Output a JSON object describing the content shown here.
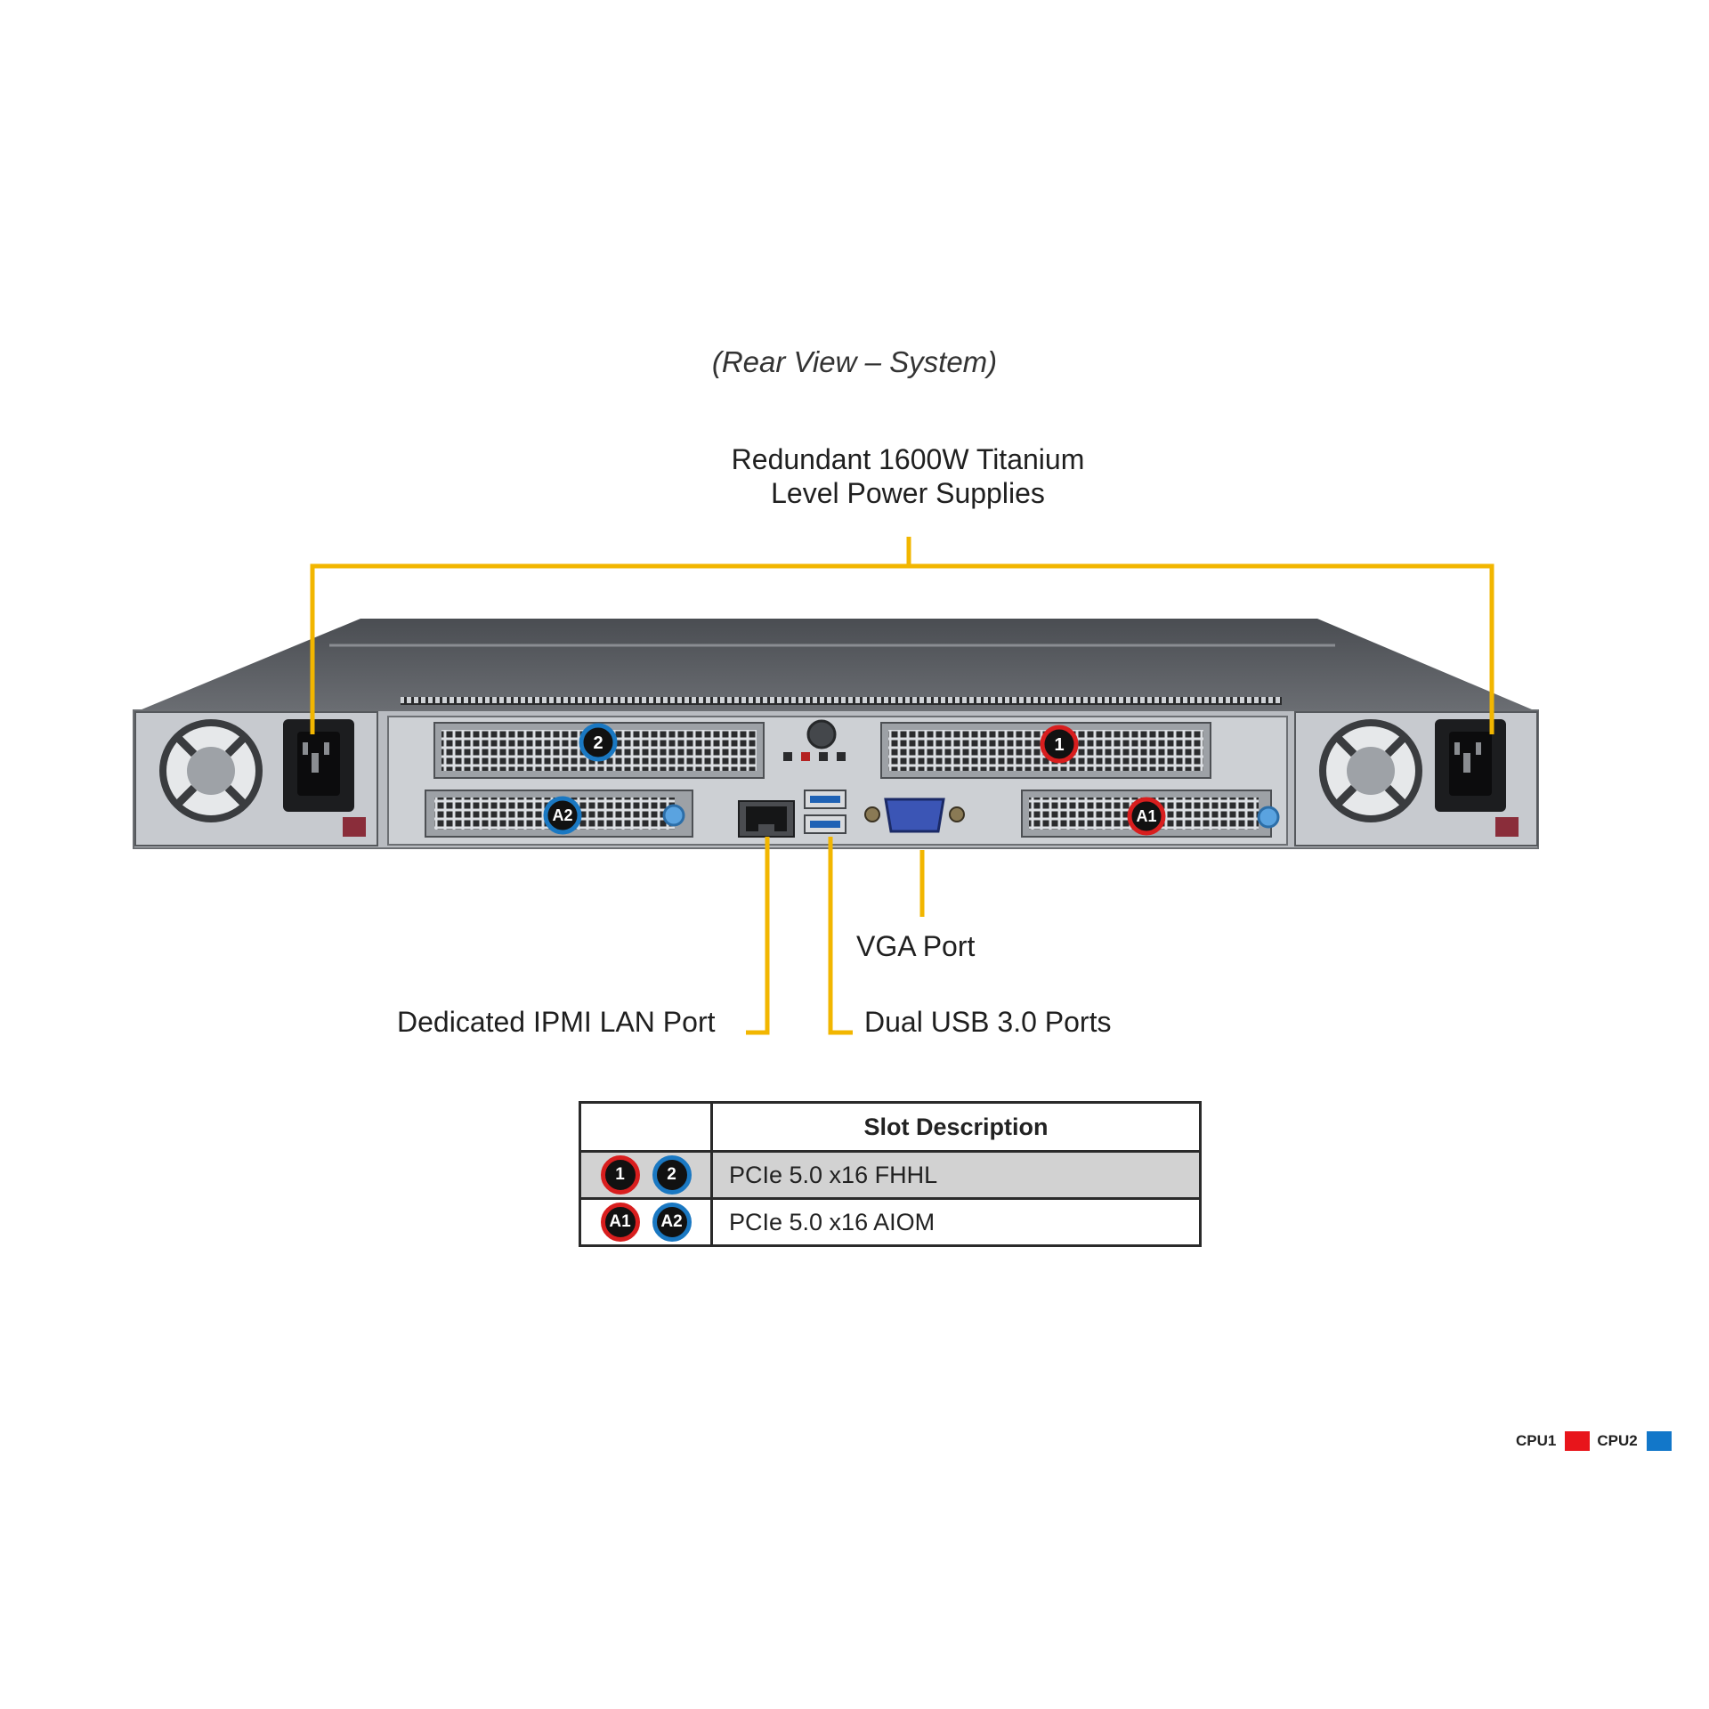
{
  "subtitle": "(Rear View – System)",
  "callouts": {
    "psu_line1": "Redundant 1600W Titanium",
    "psu_line2": "Level Power Supplies",
    "vga": "VGA Port",
    "ipmi": "Dedicated IPMI LAN Port",
    "usb": "Dual USB 3.0 Ports"
  },
  "slot_badges": {
    "slot1": "1",
    "slot2": "2",
    "slotA1": "A1",
    "slotA2": "A2"
  },
  "slot_table": {
    "header": "Slot Description",
    "rows": [
      {
        "badges": [
          "1",
          "2"
        ],
        "description": "PCIe 5.0 x16 FHHL"
      },
      {
        "badges": [
          "A1",
          "A2"
        ],
        "description": "PCIe 5.0 x16 AIOM"
      }
    ]
  },
  "legend": {
    "cpu1_label": "CPU1",
    "cpu1_color": "#e8151b",
    "cpu2_label": "CPU2",
    "cpu2_color": "#1277c9"
  },
  "colors": {
    "callout_line": "#f2b600",
    "cpu1_ring": "#d81e1e",
    "cpu2_ring": "#1a78c2"
  }
}
